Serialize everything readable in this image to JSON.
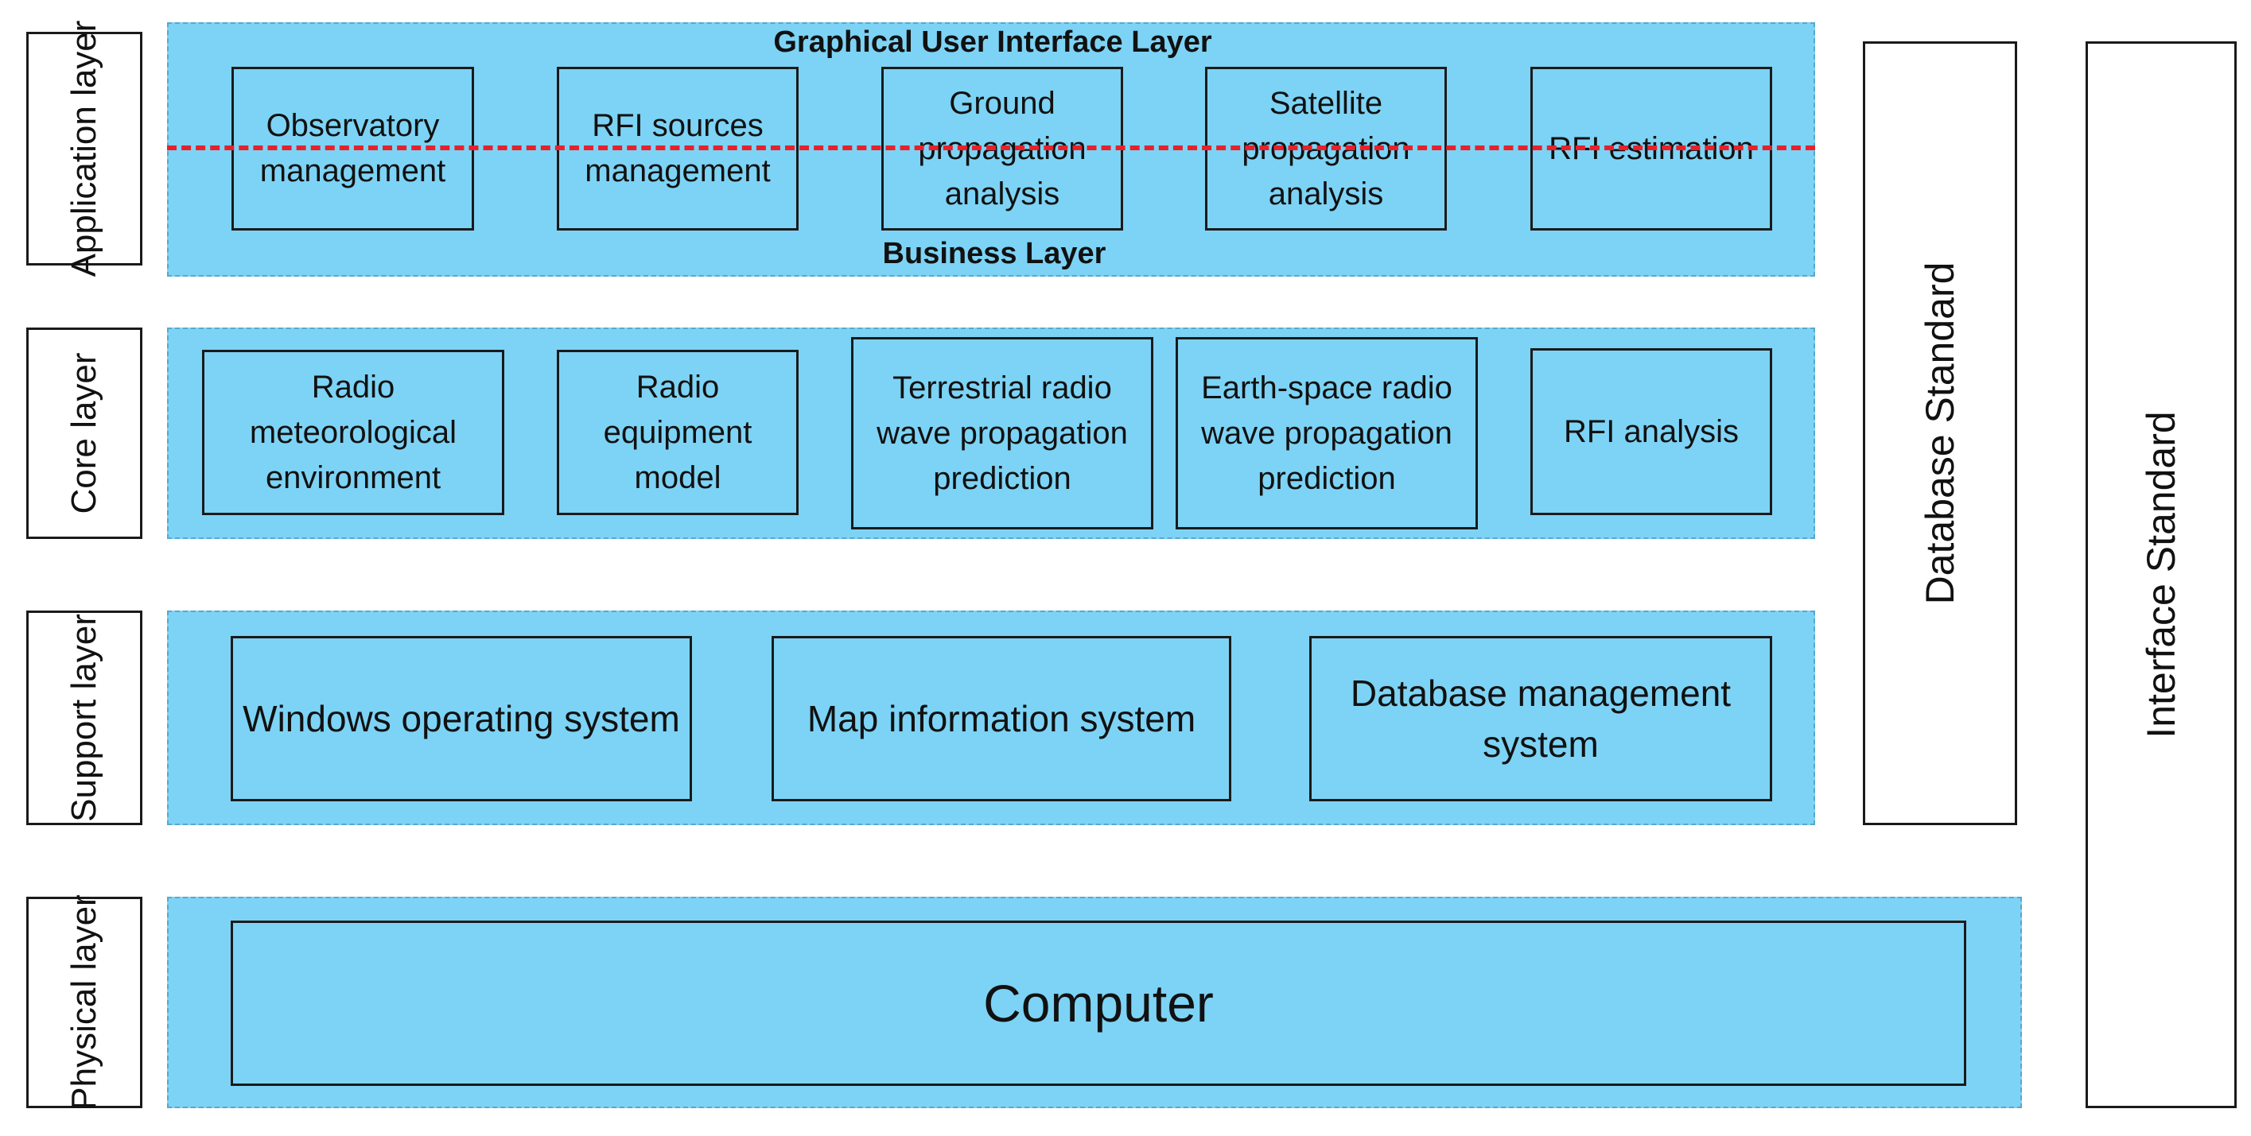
{
  "side_labels": {
    "application": "Application layer",
    "core": "Core layer",
    "support": "Support layer",
    "physical": "Physical layer"
  },
  "application": {
    "gui_title": "Graphical User Interface Layer",
    "business_title": "Business Layer",
    "modules": [
      "Observatory management",
      "RFI sources management",
      "Ground propagation analysis",
      "Satellite propagation analysis",
      "RFI estimation"
    ]
  },
  "core": {
    "modules": [
      "Radio meteorological environment",
      "Radio equipment model",
      "Terrestrial radio wave propagation prediction",
      "Earth-space radio wave propagation prediction",
      "RFI analysis"
    ]
  },
  "support": {
    "modules": [
      "Windows operating system",
      "Map information system",
      "Database management system"
    ]
  },
  "physical": {
    "modules": [
      "Computer"
    ]
  },
  "standards": {
    "database": "Database Standard",
    "interface": "Interface Standard"
  },
  "colors": {
    "band_fill": "#7dd3f5",
    "separator": "#e8202a"
  }
}
